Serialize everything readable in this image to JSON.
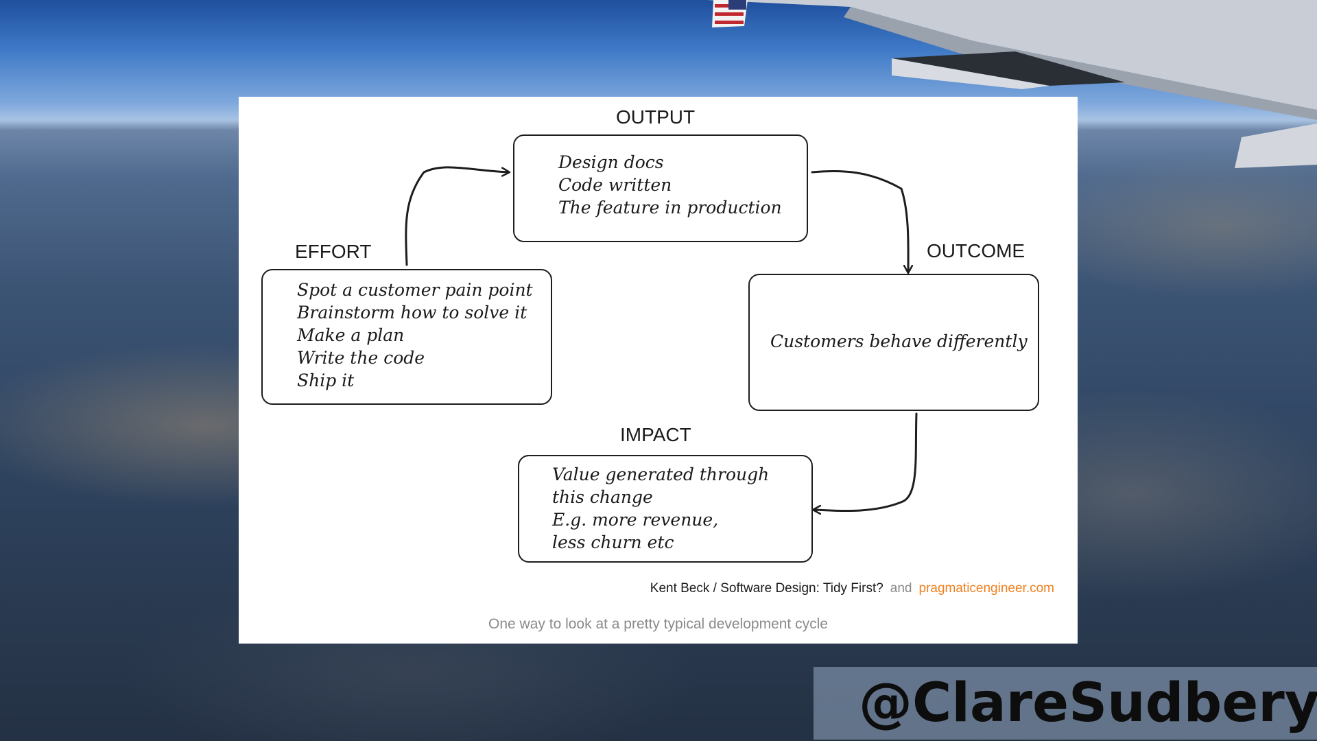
{
  "stages": {
    "output": {
      "label": "OUTPUT",
      "lines": [
        "Design docs",
        "Code written",
        "The feature in production"
      ]
    },
    "effort": {
      "label": "EFFORT",
      "lines": [
        "Spot a customer pain point",
        "Brainstorm how to solve it",
        "Make a plan",
        "Write the code",
        "Ship it"
      ]
    },
    "outcome": {
      "label": "OUTCOME",
      "lines": [
        "Customers behave differently"
      ]
    },
    "impact": {
      "label": "IMPACT",
      "lines": [
        "Value generated through",
        "this change",
        "E.g. more revenue,",
        "less churn etc"
      ]
    }
  },
  "credit": {
    "source": "Kent Beck / Software Design: Tidy First?",
    "conjunction": "and",
    "link": "pragmaticengineer.com"
  },
  "caption": "One way to look at a pretty typical development cycle",
  "handle": "@ClareSudbery",
  "colors": {
    "link": "#f08020",
    "caption": "#8a8a8a",
    "ink": "#1a1a1a"
  }
}
